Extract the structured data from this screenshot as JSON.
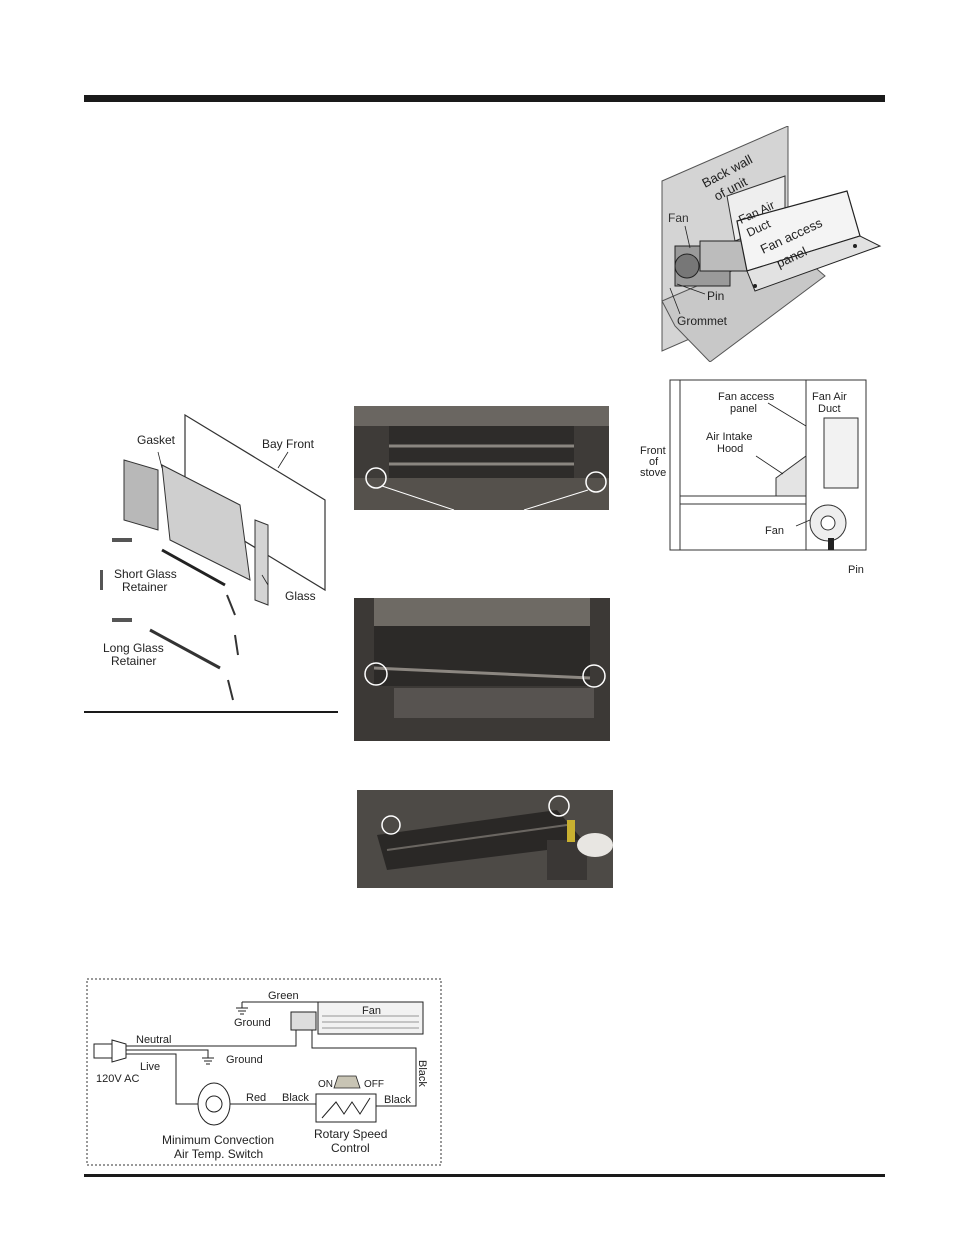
{
  "fig_fan_install": {
    "back_wall_line1": "Back wall",
    "back_wall_line2": "of unit",
    "fan": "Fan",
    "fan_air_duct_line1": "Fan Air",
    "fan_air_duct_line2": "Duct",
    "fan_access_panel_line1": "Fan access",
    "fan_access_panel_line2": "panel",
    "pin": "Pin",
    "grommet": "Grommet"
  },
  "fig_side_view": {
    "fan_access_panel_line1": "Fan access",
    "fan_access_panel_line2": "panel",
    "fan_air_duct_line1": "Fan Air",
    "fan_air_duct_line2": "Duct",
    "air_intake_hood_line1": "Air Intake",
    "air_intake_hood_line2": "Hood",
    "front_line1": "Front",
    "front_line2": "of",
    "front_line3": "stove",
    "fan": "Fan",
    "pin": "Pin"
  },
  "fig_bay_front": {
    "gasket": "Gasket",
    "bay_front": "Bay Front",
    "short_glass_retainer_line1": "Short Glass",
    "short_glass_retainer_line2": "Retainer",
    "glass": "Glass",
    "long_glass_retainer_line1": "Long Glass",
    "long_glass_retainer_line2": "Retainer"
  },
  "fig_wiring": {
    "green": "Green",
    "fan": "Fan",
    "ground_top": "Ground",
    "neutral": "Neutral",
    "ground_mid": "Ground",
    "live": "Live",
    "supply": "120V AC",
    "black_vertical": "Black",
    "on": "ON",
    "off": "OFF",
    "red": "Red",
    "black_left": "Black",
    "black_right": "Black",
    "switch_line1": "Minimum Convection",
    "switch_line2": "Air Temp. Switch",
    "speed_line1": "Rotary Speed",
    "speed_line2": "Control"
  }
}
